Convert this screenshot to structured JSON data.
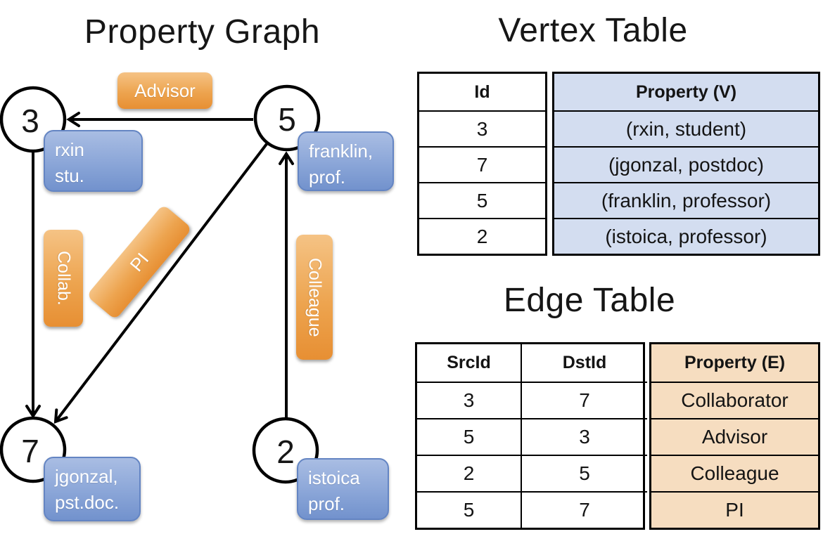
{
  "titles": {
    "graph": "Property Graph",
    "vertex_table": "Vertex Table",
    "edge_table": "Edge Table"
  },
  "graph": {
    "nodes": [
      {
        "id": "3",
        "label_lines": [
          "rxin",
          "stu."
        ]
      },
      {
        "id": "5",
        "label_lines": [
          "franklin,",
          "prof."
        ]
      },
      {
        "id": "7",
        "label_lines": [
          "jgonzal,",
          "pst.doc."
        ]
      },
      {
        "id": "2",
        "label_lines": [
          "istoica",
          "prof."
        ]
      }
    ],
    "edge_labels": [
      {
        "text": "Advisor"
      },
      {
        "text": "Collab."
      },
      {
        "text": "PI"
      },
      {
        "text": "Colleague"
      }
    ]
  },
  "vertex_table": {
    "headers": [
      "Id",
      "Property (V)"
    ],
    "rows": [
      [
        "3",
        "(rxin, student)"
      ],
      [
        "7",
        "(jgonzal, postdoc)"
      ],
      [
        "5",
        "(franklin, professor)"
      ],
      [
        "2",
        "(istoica, professor)"
      ]
    ]
  },
  "edge_table": {
    "headers": [
      "SrcId",
      "DstId",
      "Property (E)"
    ],
    "rows": [
      [
        "3",
        "7",
        "Collaborator"
      ],
      [
        "5",
        "3",
        "Advisor"
      ],
      [
        "2",
        "5",
        "Colleague"
      ],
      [
        "5",
        "7",
        "PI"
      ]
    ]
  },
  "colors": {
    "edge_label_orange": "#eda44f",
    "vertex_label_blue": "#90aada",
    "vertex_table_fill": "#d3ddf0",
    "edge_table_fill": "#f6ddc0",
    "line_black": "#000000"
  }
}
